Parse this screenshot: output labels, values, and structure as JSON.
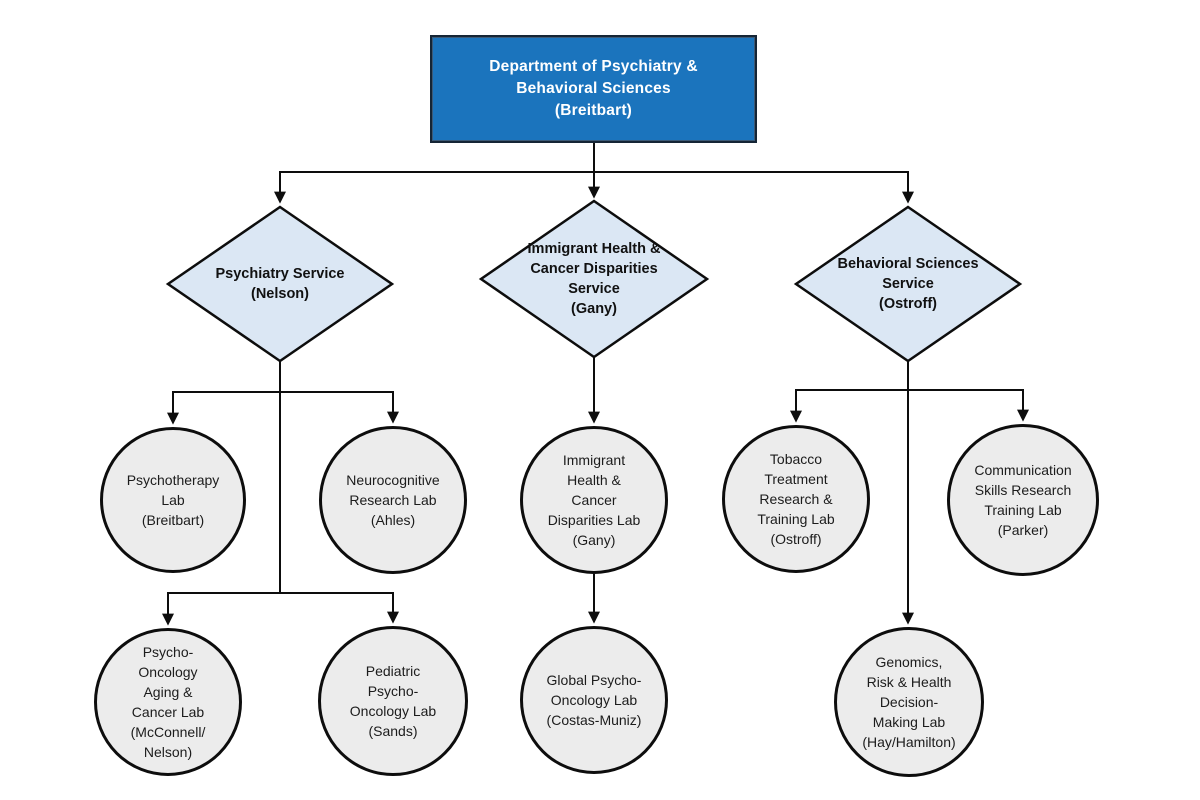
{
  "colors": {
    "root_fill": "#1b74bd",
    "root_text": "#ffffff",
    "diamond_fill": "#dbe7f4",
    "circle_fill": "#ececec",
    "line_color": "#0d0d0d"
  },
  "nodes": {
    "department": {
      "type": "rectangle",
      "label": "Department of Psychiatry &\nBehavioral Sciences\n(Breitbart)"
    },
    "psychiatry_service": {
      "type": "diamond",
      "label": "Psychiatry Service\n(Nelson)"
    },
    "immigrant_service": {
      "type": "diamond",
      "label": "Immigrant Health &\nCancer Disparities\nService\n(Gany)"
    },
    "behavioral_service": {
      "type": "diamond",
      "label": "Behavioral Sciences\nService\n(Ostroff)"
    },
    "psychotherapy_lab": {
      "type": "circle",
      "label": "Psychotherapy\nLab\n(Breitbart)"
    },
    "neurocognitive_lab": {
      "type": "circle",
      "label": "Neurocognitive\nResearch Lab\n(Ahles)"
    },
    "immigrant_lab": {
      "type": "circle",
      "label": "Immigrant\nHealth &\nCancer\nDisparities Lab\n(Gany)"
    },
    "tobacco_lab": {
      "type": "circle",
      "label": "Tobacco\nTreatment\nResearch &\nTraining Lab\n(Ostroff)"
    },
    "communication_lab": {
      "type": "circle",
      "label": "Communication\nSkills Research\nTraining Lab\n(Parker)"
    },
    "psycho_oncology_aging_lab": {
      "type": "circle",
      "label": "Psycho-\nOncology\nAging &\nCancer Lab\n(McConnell/\nNelson)"
    },
    "pediatric_lab": {
      "type": "circle",
      "label": "Pediatric\nPsycho-\nOncology Lab\n(Sands)"
    },
    "global_lab": {
      "type": "circle",
      "label": "Global Psycho-\nOncology Lab\n(Costas-Muniz)"
    },
    "genomics_lab": {
      "type": "circle",
      "label": "Genomics,\nRisk & Health\nDecision-\nMaking Lab\n(Hay/Hamilton)"
    }
  },
  "edges": [
    {
      "from": "department",
      "to": "psychiatry_service"
    },
    {
      "from": "department",
      "to": "immigrant_service"
    },
    {
      "from": "department",
      "to": "behavioral_service"
    },
    {
      "from": "psychiatry_service",
      "to": "psychotherapy_lab"
    },
    {
      "from": "psychiatry_service",
      "to": "neurocognitive_lab"
    },
    {
      "from": "psychiatry_service",
      "to": "psycho_oncology_aging_lab"
    },
    {
      "from": "psychiatry_service",
      "to": "pediatric_lab"
    },
    {
      "from": "immigrant_service",
      "to": "immigrant_lab"
    },
    {
      "from": "immigrant_lab",
      "to": "global_lab"
    },
    {
      "from": "behavioral_service",
      "to": "tobacco_lab"
    },
    {
      "from": "behavioral_service",
      "to": "communication_lab"
    },
    {
      "from": "behavioral_service",
      "to": "genomics_lab"
    }
  ]
}
